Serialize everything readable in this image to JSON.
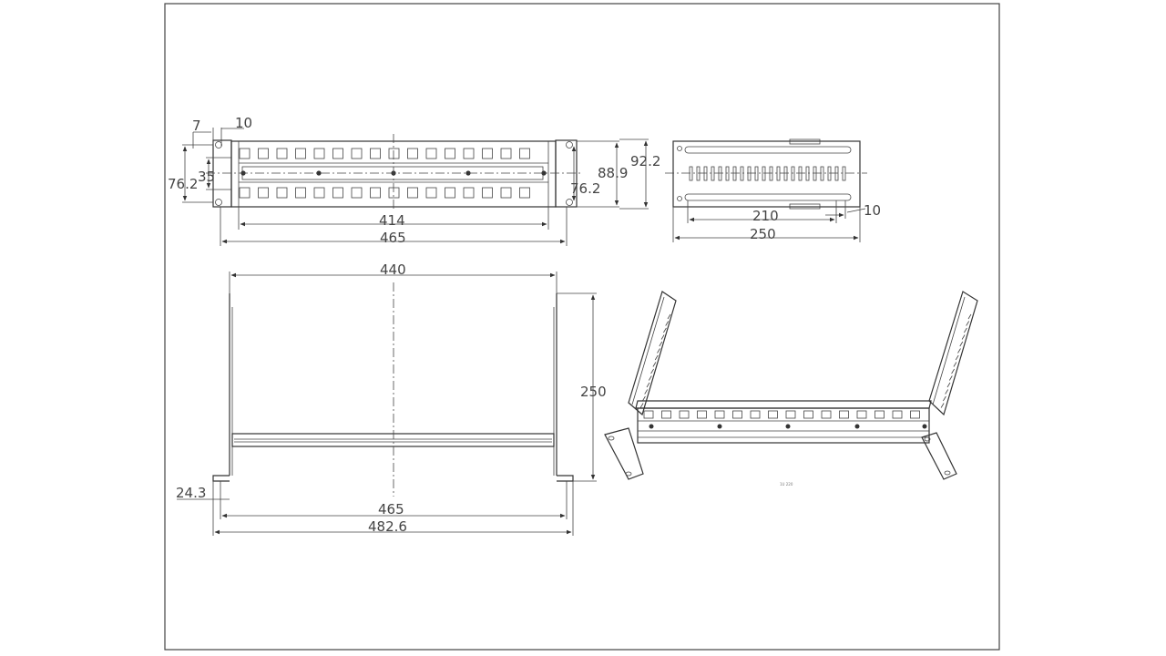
{
  "front_view": {
    "dims": {
      "d7": "7",
      "d10": "10",
      "d35": "35",
      "d76_left": "76.2",
      "d76_right": "76.2",
      "d88": "88.9",
      "d92": "92.2",
      "d414": "414",
      "d465": "465"
    }
  },
  "side_view": {
    "dims": {
      "d210": "210",
      "d10": "10",
      "d250": "250"
    }
  },
  "top_view": {
    "dims": {
      "d440": "440",
      "d250": "250",
      "d24": "24.3",
      "d465": "465",
      "d482": "482.6"
    }
  },
  "iso_view": {
    "label": "1U 220"
  }
}
